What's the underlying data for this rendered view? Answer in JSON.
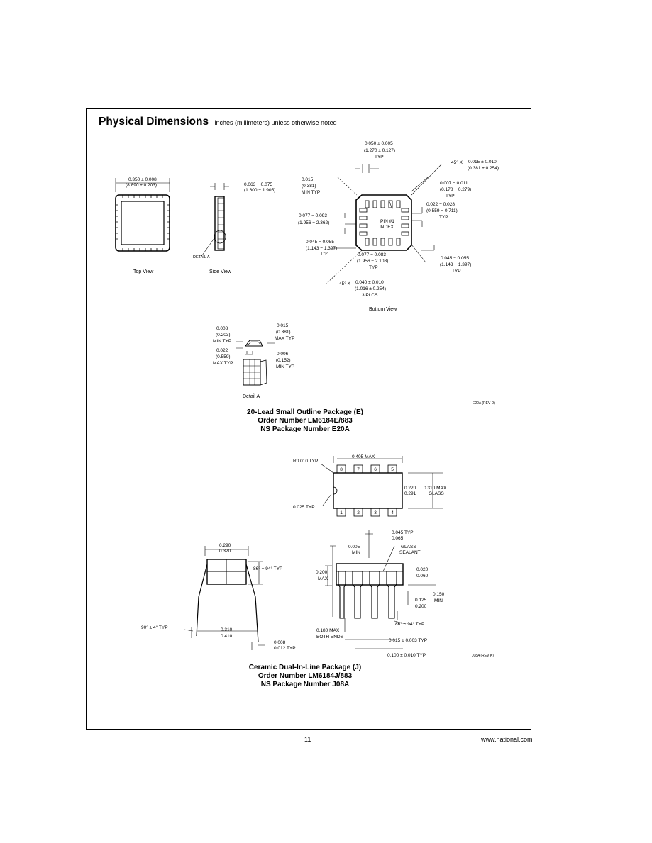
{
  "header": {
    "title": "Physical Dimensions",
    "subtitle": "inches (millimeters) unless otherwise noted"
  },
  "package_e": {
    "top_view_label": "Top View",
    "side_view_label": "Side View",
    "bottom_view_label": "Bottom View",
    "detail_label": "Detail A",
    "detail_callout": "DETAIL A",
    "pin_index": [
      "PIN #1",
      "INDEX"
    ],
    "dims": {
      "top_width": [
        "0.350 ± 0.008",
        "(8.890 ± 0.203)"
      ],
      "side_height": [
        "0.063 − 0.075",
        "(1.600 − 1.905)"
      ],
      "pad_pitch": [
        "0.050 ± 0.005",
        "(1.270 ± 0.127)",
        "TYP"
      ],
      "chamfer_top": [
        "45° X",
        "0.015 ± 0.010",
        "(0.381 ± 0.254)"
      ],
      "pad_min": [
        "0.015",
        "(0.381)",
        "MIN TYP"
      ],
      "pad_width": [
        "0.007 − 0.011",
        "(0.178 − 0.279)",
        "TYP"
      ],
      "pad_length": [
        "0.022 − 0.028",
        "(0.559 − 0.711)",
        "TYP"
      ],
      "offset_a": [
        "0.077 − 0.093",
        "(1.956 − 2.362)"
      ],
      "offset_b": [
        "0.045 − 0.055",
        "(1.143 − 1.397)",
        "TYP"
      ],
      "offset_c": [
        "0.077 − 0.083",
        "(1.956 − 2.108)",
        "TYP"
      ],
      "offset_d": [
        "0.045 − 0.055",
        "(1.143 − 1.397)",
        "TYP"
      ],
      "chamfer_bottom": [
        "45° X",
        "0.040 ± 0.010",
        "(1.016 ± 0.254)",
        "3 PLCS"
      ],
      "detail_1": [
        "0.008",
        "(0.203)",
        "MIN TYP"
      ],
      "detail_2": [
        "0.022",
        "(0.559)",
        "MAX TYP"
      ],
      "detail_3": [
        "0.015",
        "(0.381)",
        "MAX TYP"
      ],
      "detail_4": [
        "0.006",
        "(0.152)",
        "MIN TYP"
      ]
    },
    "figure_id": "E20A (REV D)",
    "caption": [
      "20-Lead Small Outline Package (E)",
      "Order Number LM6184E/883",
      "NS Package Number E20A"
    ]
  },
  "package_j": {
    "pins_top": [
      "8",
      "7",
      "6",
      "5"
    ],
    "pins_bottom": [
      "1",
      "2",
      "3",
      "4"
    ],
    "dims": {
      "length_max": "0.405 MAX",
      "corner_radius": "R0.010 TYP",
      "width": [
        "0.220",
        "0.291"
      ],
      "width_glass": [
        "0.310 MAX",
        "GLASS"
      ],
      "notch": "0.025 TYP",
      "body_width": [
        "0.290",
        "0.320"
      ],
      "lead_tip": [
        "0.045 TYP",
        "0.065"
      ],
      "seat_min": [
        "0.005",
        "MIN"
      ],
      "glass_sealant": [
        "GLASS",
        "SEALANT"
      ],
      "max_height": [
        "0.200",
        "MAX"
      ],
      "base": [
        "0.020",
        "0.060"
      ],
      "lead_len": [
        "0.150",
        "MIN"
      ],
      "lead_pitch": [
        "0.125",
        "0.200"
      ],
      "row_spacing": [
        "0.310",
        "0.410"
      ],
      "lead_thk": [
        "0.008",
        "0.012 TYP"
      ],
      "angle": "86° − 94° TYP",
      "seat_max": [
        "0.180 MAX",
        "BOTH ENDS"
      ],
      "seating_plane": "90° ± 4° TYP",
      "lead_width": "0.015 ± 0.003 TYP",
      "lead_spacing": "0.100 ± 0.010 TYP"
    },
    "figure_id": "J08A (REV K)",
    "caption": [
      "Ceramic Dual-In-Line Package (J)",
      "Order Number LM6184J/883",
      "NS Package Number J08A"
    ]
  },
  "footer": {
    "page_number": "11",
    "website": "www.national.com"
  }
}
